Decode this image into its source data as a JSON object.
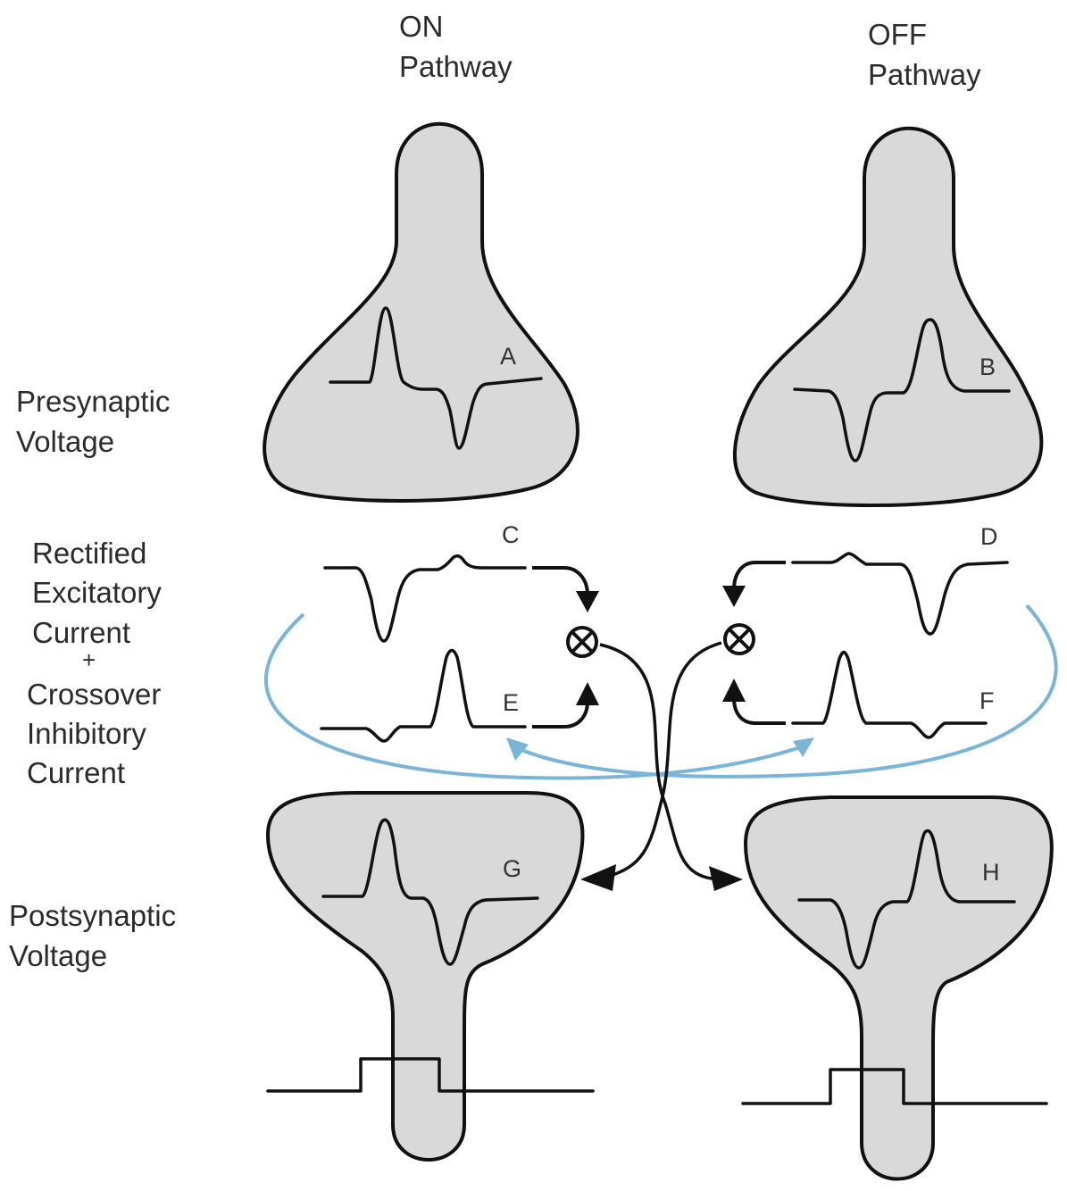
{
  "header": {
    "on_line1": "ON",
    "on_line2": "Pathway",
    "off_line1": "OFF",
    "off_line2": "Pathway"
  },
  "row_labels": {
    "presynaptic_line1": "Presynaptic",
    "presynaptic_line2": "Voltage",
    "current_line1": "Rectified",
    "current_line2": "Excitatory",
    "current_line3": "Current",
    "current_plus": "+",
    "current_line4": "Crossover",
    "current_line5": "Inhibitory",
    "current_line6": "Current",
    "postsynaptic_line1": "Postsynaptic",
    "postsynaptic_line2": "Voltage"
  },
  "trace_labels": {
    "a": "A",
    "b": "B",
    "c": "C",
    "d": "D",
    "e": "E",
    "f": "F",
    "g": "G",
    "h": "H"
  },
  "colors": {
    "cell_fill": "#d9d9d9",
    "outline": "#111111",
    "crossover_arrow": "#7ab4d6"
  },
  "icons": {
    "multiplier": "circled-times-icon"
  }
}
